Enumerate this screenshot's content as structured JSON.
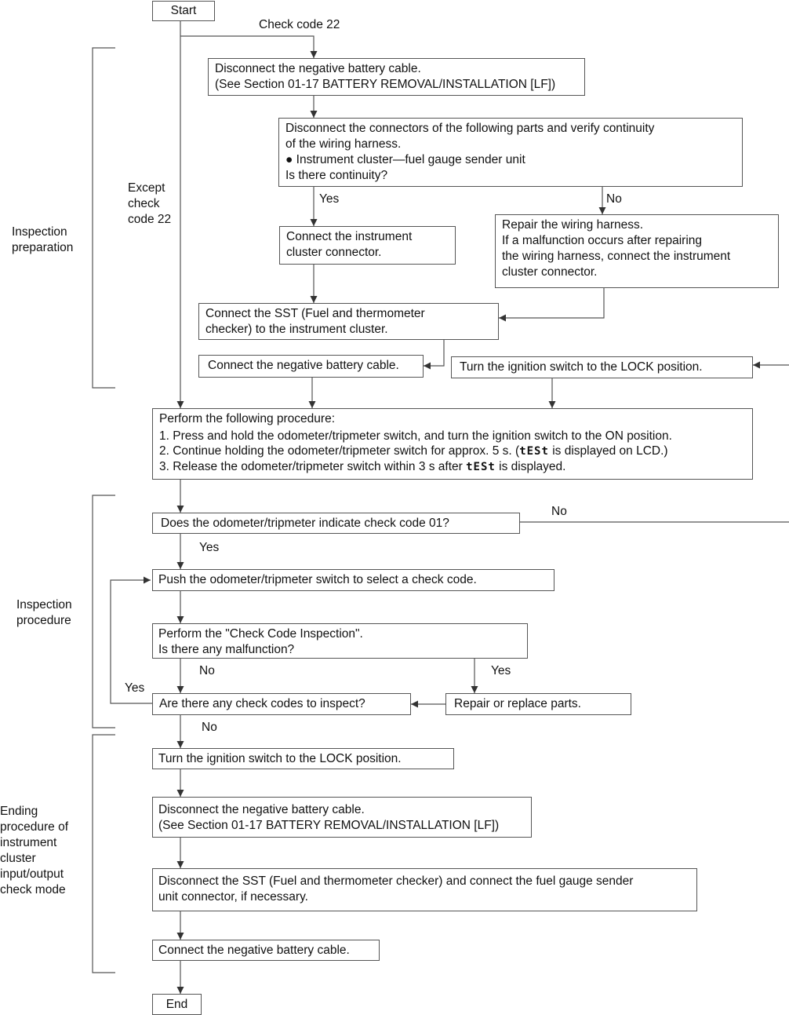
{
  "nodes": {
    "start": "Start",
    "end": "End",
    "disconnect_cable_1": [
      "Disconnect the negative battery cable.",
      "(See Section 01-17 BATTERY REMOVAL/INSTALLATION [LF])"
    ],
    "verify_continuity": [
      "Disconnect the connectors of the following parts and verify continuity",
      "of the wiring harness.",
      "● Instrument cluster—fuel gauge sender unit",
      "Is there continuity?"
    ],
    "connect_cluster": [
      "Connect the instrument",
      "cluster connector."
    ],
    "repair_harness": [
      "Repair the wiring harness.",
      "If a malfunction occurs after repairing",
      "the wiring harness, connect the instrument",
      "cluster connector."
    ],
    "connect_sst": [
      "Connect the SST (Fuel and thermometer",
      "checker) to the instrument cluster."
    ],
    "connect_cable_1": "Connect the negative battery cable.",
    "turn_lock_1": "Turn the ignition switch to the LOCK position.",
    "procedure": {
      "title": "Perform the following procedure:",
      "step1": "1. Press and hold the odometer/tripmeter switch, and turn the ignition switch to the ON position.",
      "step2_a": "2. Continue holding the odometer/tripmeter switch for approx. 5 s. (",
      "lcd_test": "tESt",
      "step2_b": " is displayed on LCD.)",
      "step3_a": "3. Release the odometer/tripmeter switch within 3 s after ",
      "step3_b": " is displayed."
    },
    "check_code_01": "Does the odometer/tripmeter indicate check code 01?",
    "select_code": "Push the odometer/tripmeter switch to select a check code.",
    "inspection": [
      "Perform the \"Check Code Inspection\".",
      "Is there any malfunction?"
    ],
    "repair_parts": "Repair or replace parts.",
    "more_codes": "Are there any check codes to inspect?",
    "turn_lock_2": "Turn the ignition switch to the LOCK position.",
    "disconnect_cable_2": [
      "Disconnect the negative battery cable.",
      "(See Section 01-17 BATTERY REMOVAL/INSTALLATION [LF])"
    ],
    "disconnect_sst": [
      "Disconnect the SST (Fuel and thermometer checker) and connect the fuel gauge sender",
      "unit connector, if necessary."
    ],
    "connect_cable_2": "Connect the negative battery cable."
  },
  "branches": {
    "check_code_22": "Check code 22",
    "except_22": [
      "Except",
      "check",
      "code 22"
    ],
    "yes": "Yes",
    "no": "No"
  },
  "sections": {
    "preparation": [
      "Inspection",
      "preparation"
    ],
    "procedure": [
      "Inspection",
      "procedure"
    ],
    "ending": [
      "Ending",
      "procedure of",
      "instrument",
      "cluster",
      "input/output",
      "check mode"
    ]
  },
  "colors": {
    "line": "#555555",
    "text": "#111111",
    "background": "#ffffff"
  }
}
